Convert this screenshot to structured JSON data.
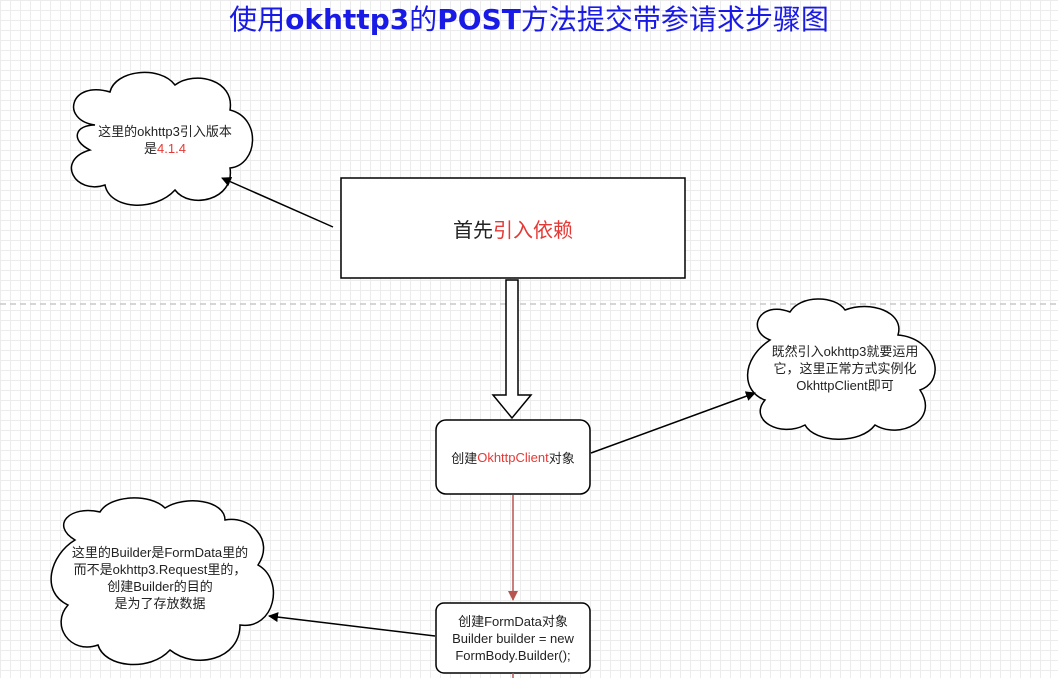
{
  "title": {
    "part1": "使用",
    "part2": "okhttp3",
    "part3": "的",
    "part4": "POST",
    "part5": "方法提交带参请求步骤图"
  },
  "boxes": {
    "dependency": {
      "prefix": "首先",
      "highlight": "引入依赖"
    },
    "okhttp_client": {
      "prefix": "创建",
      "highlight": "OkhttpClient",
      "suffix": "对象"
    },
    "formdata": {
      "line1": "创建FormData对象",
      "line2": "Builder builder = new",
      "line3": "FormBody.Builder();"
    }
  },
  "clouds": {
    "version": {
      "line1": "这里的okhttp3引入版本",
      "line2_prefix": "是",
      "line2_highlight": "4.1.4"
    },
    "instantiate": {
      "line1": "既然引入okhttp3就要运用",
      "line2": "它，这里正常方式实例化",
      "line3": "OkhttpClient即可"
    },
    "builder": {
      "line1": "这里的Builder是FormData里的",
      "line2": "而不是okhttp3.Request里的，",
      "line3": "创建Builder的目的",
      "line4": "是为了存放数据"
    }
  },
  "colors": {
    "title": "#1a1ae6",
    "highlight": "#e53935",
    "connector_red": "#b85450",
    "stroke": "#000000"
  }
}
